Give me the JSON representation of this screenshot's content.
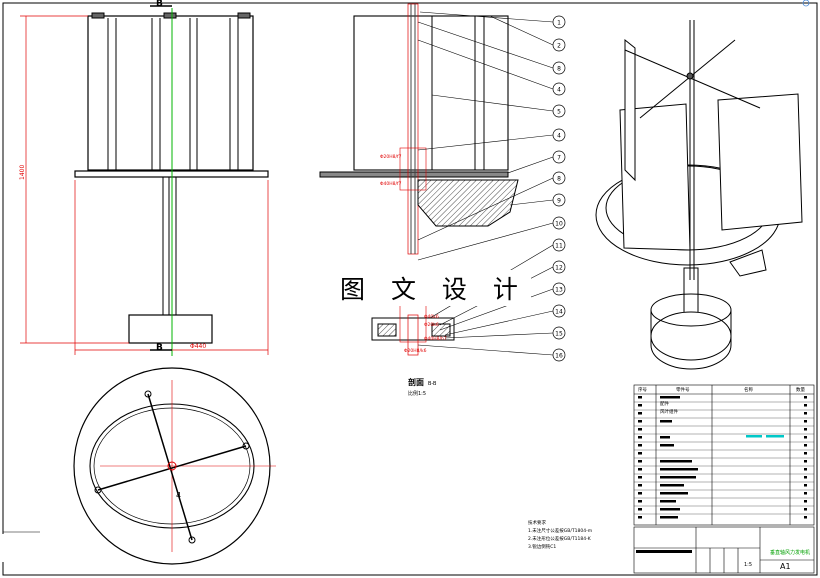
{
  "drawing": {
    "watermark": "图 文 设 计",
    "section_marker": "B",
    "section_view": {
      "title": "剖面",
      "subtitle": "B-B",
      "scale": "比例1:5"
    },
    "dimension_total_height": "1400",
    "dimension_base_width": "Φ440",
    "dimension_callouts": [
      "Φ20H8/f7",
      "Φ40H8/f7",
      "Φ40k6",
      "Φ20k6",
      "Φ40H8/h7",
      "Φ20H8/k6"
    ],
    "balloons": [
      "1",
      "2",
      "8",
      "4",
      "5",
      "4",
      "7",
      "8",
      "9",
      "10",
      "11",
      "12",
      "13",
      "14",
      "15",
      "16"
    ],
    "plan_label": "4"
  },
  "bom": {
    "headers": [
      "序号",
      "零件号",
      "名称",
      "数量"
    ],
    "rows": [
      {
        "no": "",
        "code": "",
        "name": "",
        "qty": ""
      },
      {
        "no": "",
        "code": "",
        "name": "",
        "qty": ""
      },
      {
        "no": "",
        "code": "配件",
        "name": "",
        "qty": ""
      },
      {
        "no": "",
        "code": "风叶组件",
        "name": "",
        "qty": ""
      }
    ]
  },
  "title_block": {
    "sheet_size": "A1",
    "scale": "1:5",
    "title": "垂直轴风力发电机"
  },
  "notes": {
    "heading": "技术要求",
    "lines": [
      "1.未注尺寸公差按GB/T1804-m",
      "2.未注形位公差按GB/T1184-K",
      "3.锐边倒钝C1"
    ]
  }
}
